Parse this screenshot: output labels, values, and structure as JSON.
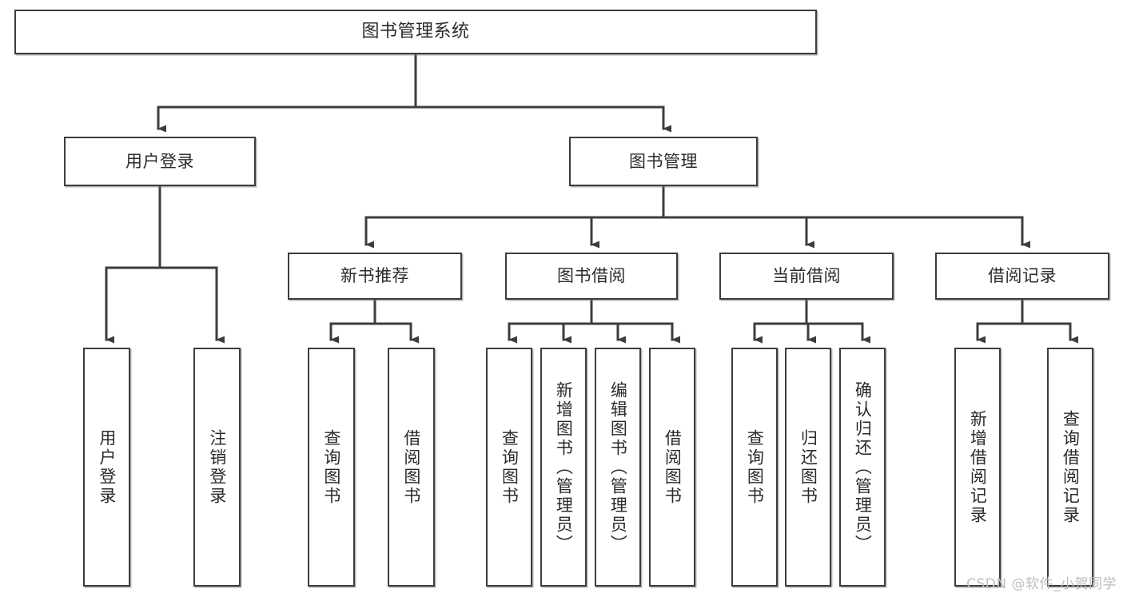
{
  "diagram": {
    "title": "图书管理系统",
    "type": "functional-structure-tree",
    "watermark": "CSDN @软件_小贺同学",
    "stroke_color": "#3d3d3d",
    "background_color": "#ffffff",
    "text_color": "#2b2b2b",
    "nodes": {
      "root": {
        "label": "图书管理系统"
      },
      "level2": [
        {
          "id": "user-login",
          "label": "用户登录"
        },
        {
          "id": "book-manage",
          "label": "图书管理"
        }
      ],
      "level3": [
        {
          "id": "new-book-recommend",
          "label": "新书推荐"
        },
        {
          "id": "book-borrow",
          "label": "图书借阅"
        },
        {
          "id": "current-borrow",
          "label": "当前借阅"
        },
        {
          "id": "borrow-record",
          "label": "借阅记录"
        }
      ],
      "leaves": {
        "user-login": [
          {
            "id": "leaf-user-login",
            "label": "用户登录"
          },
          {
            "id": "leaf-logout-login",
            "label": "注销登录"
          }
        ],
        "new-book-recommend": [
          {
            "id": "leaf-query-book-1",
            "label": "查询图书"
          },
          {
            "id": "leaf-borrow-book-1",
            "label": "借阅图书"
          }
        ],
        "book-borrow": [
          {
            "id": "leaf-query-book-2",
            "label": "查询图书"
          },
          {
            "id": "leaf-add-book",
            "label": "新增图书（管理员）"
          },
          {
            "id": "leaf-edit-book",
            "label": "编辑图书（管理员）"
          },
          {
            "id": "leaf-borrow-book-2",
            "label": "借阅图书"
          }
        ],
        "current-borrow": [
          {
            "id": "leaf-query-book-3",
            "label": "查询图书"
          },
          {
            "id": "leaf-return-book",
            "label": "归还图书"
          },
          {
            "id": "leaf-confirm-return",
            "label": "确认归还（管理员）"
          }
        ],
        "borrow-record": [
          {
            "id": "leaf-add-record",
            "label": "新增借阅记录"
          },
          {
            "id": "leaf-query-record",
            "label": "查询借阅记录"
          }
        ]
      }
    }
  }
}
